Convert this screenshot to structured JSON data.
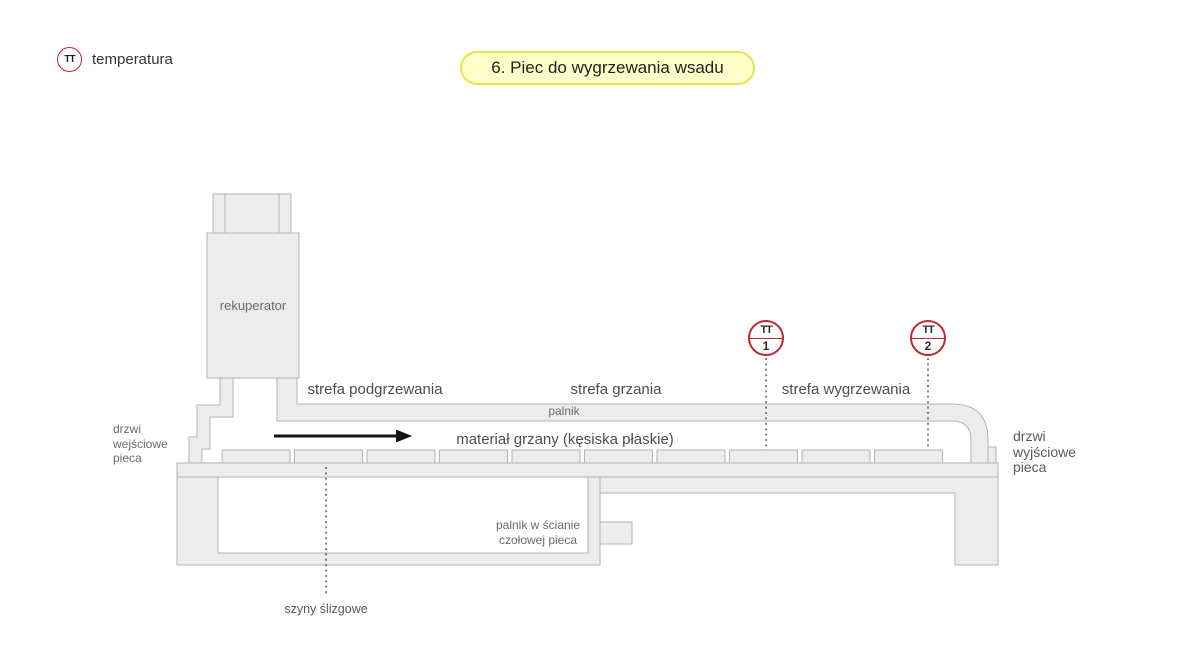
{
  "legend": {
    "symbol": "TT",
    "label": "temperatura"
  },
  "title": "6. Piec do wygrzewania wsadu",
  "zones": [
    "strefa podgrzewania",
    "strefa grzania",
    "strefa wygrzewania"
  ],
  "furnace": {
    "recuperator_label": "rekuperator",
    "roof_burner_label": "palnik",
    "material_label": "materiał grzany (kęsiska płaskie)",
    "front_burner_label_line1": "palnik w ścianie",
    "front_burner_label_line2": "czołowej pieca",
    "skid_rails_label": "szyny ślizgowe",
    "inlet_door_lines": [
      "drzwi",
      "wejściowe",
      "pieca"
    ],
    "outlet_door_lines": [
      "drzwi",
      "wyjściowe",
      "pieca"
    ],
    "slab_count": 10
  },
  "sensors": [
    {
      "symbol": "TT",
      "number": "1"
    },
    {
      "symbol": "TT",
      "number": "2"
    }
  ],
  "colors": {
    "shape_fill": "#ececec",
    "shape_stroke": "#b3b3b3",
    "accent_red": "#c3262c",
    "title_fill": "#ffffc9",
    "title_border": "#e4e44c"
  }
}
